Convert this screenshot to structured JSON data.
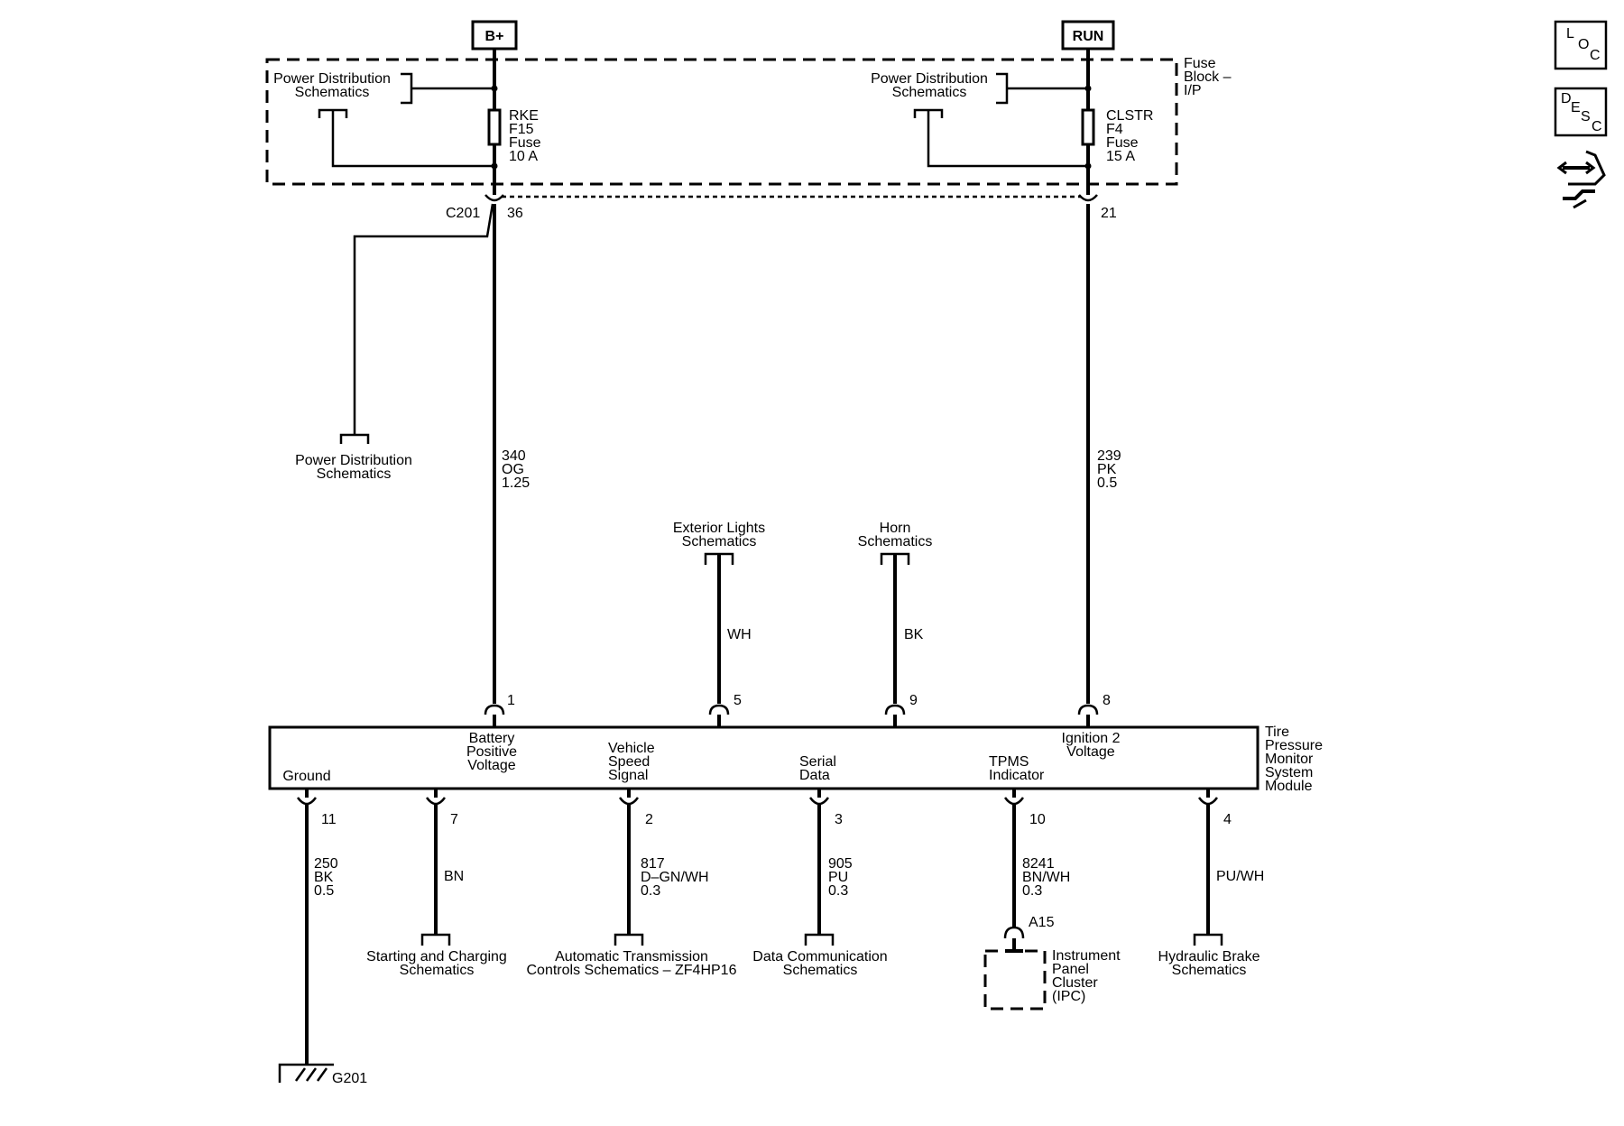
{
  "power_sources": {
    "b_plus": "B+",
    "run": "RUN"
  },
  "fuse_block": {
    "label": [
      "Fuse",
      "Block –",
      "I/P"
    ]
  },
  "fuses": [
    {
      "lines": [
        "RKE",
        "F15",
        "Fuse",
        "10 A"
      ]
    },
    {
      "lines": [
        "CLSTR",
        "F4",
        "Fuse",
        "15 A"
      ]
    }
  ],
  "references": {
    "power_dist_1": [
      "Power Distribution",
      "Schematics"
    ],
    "power_dist_2": [
      "Power Distribution",
      "Schematics"
    ],
    "power_dist_3": [
      "Power Distribution",
      "Schematics"
    ],
    "exterior_lights": [
      "Exterior Lights",
      "Schematics"
    ],
    "horn": [
      "Horn",
      "Schematics"
    ],
    "starting_charging": [
      "Starting and Charging",
      "Schematics"
    ],
    "auto_trans": [
      "Automatic Transmission",
      "Controls Schematics – ZF4HP16"
    ],
    "data_comm": [
      "Data Communication",
      "Schematics"
    ],
    "hydraulic_brake": [
      "Hydraulic Brake",
      "Schematics"
    ]
  },
  "connector_c201": {
    "name": "C201",
    "pins": [
      "36",
      "21"
    ]
  },
  "wires": {
    "w340": [
      "340",
      "OG",
      "1.25"
    ],
    "w239": [
      "239",
      "PK",
      "0.5"
    ],
    "wh": "WH",
    "bk": "BK",
    "w250": [
      "250",
      "BK",
      "0.5"
    ],
    "bn": "BN",
    "w817": [
      "817",
      "D–GN/WH",
      "0.3"
    ],
    "w905": [
      "905",
      "PU",
      "0.3"
    ],
    "w8241": [
      "8241",
      "BN/WH",
      "0.3"
    ],
    "puwh": "PU/WH"
  },
  "module": {
    "name": [
      "Tire",
      "Pressure",
      "Monitor",
      "System",
      "Module"
    ],
    "pin_labels": {
      "battery": [
        "Battery",
        "Positive",
        "Voltage"
      ],
      "ignition": [
        "Ignition 2",
        "Voltage"
      ],
      "ground": "Ground",
      "vss": [
        "Vehicle",
        "Speed",
        "Signal"
      ],
      "serial": [
        "Serial",
        "Data"
      ],
      "tpms": [
        "TPMS",
        "Indicator"
      ]
    },
    "top_pins": [
      "1",
      "5",
      "9",
      "8"
    ],
    "bottom_pins": [
      "11",
      "7",
      "2",
      "3",
      "10",
      "4"
    ]
  },
  "ipc": {
    "pin": "A15",
    "label": [
      "Instrument",
      "Panel",
      "Cluster",
      "(IPC)"
    ]
  },
  "ground": {
    "name": "G201"
  },
  "side_icons": [
    {
      "name": "loc-icon",
      "text": [
        "L",
        "O",
        "C"
      ]
    },
    {
      "name": "desc-icon",
      "text": [
        "D",
        "E",
        "S",
        "C"
      ]
    },
    {
      "name": "connector-end-view-icon"
    }
  ]
}
